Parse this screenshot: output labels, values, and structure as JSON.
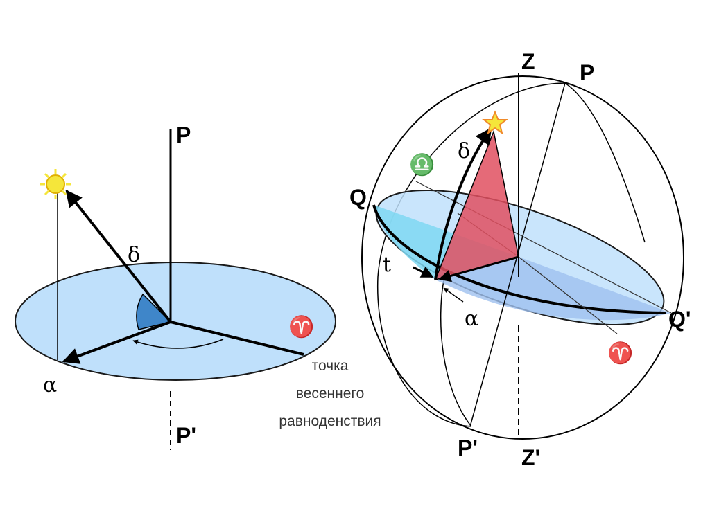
{
  "left_diagram": {
    "labels": {
      "pole_north": "P",
      "pole_south": "P'",
      "declination": "δ",
      "right_ascension": "α",
      "vernal_point": "♈"
    },
    "note_lines": [
      "точка",
      "весеннего",
      "равноденствия"
    ],
    "icons": {
      "sun": "sun-icon"
    }
  },
  "right_diagram": {
    "labels": {
      "zenith": "Z",
      "nadir": "Z'",
      "pole_north": "P",
      "pole_south": "P'",
      "equator_left": "Q",
      "equator_right": "Q'",
      "declination": "δ",
      "hour_angle": "t",
      "right_ascension": "α",
      "vernal_point": "♈",
      "autumnal_point": "♎"
    },
    "icons": {
      "star": "star-icon"
    }
  },
  "colors": {
    "plane_fill": "#bfe0fb",
    "plane_stroke": "#1a1a1a",
    "triangle_fill": "#e05060",
    "sector_fill": "#3f86c9",
    "sun_fill": "#f5e63a",
    "star_fill": "#f5e63a",
    "star_stroke": "#f08a2a"
  }
}
